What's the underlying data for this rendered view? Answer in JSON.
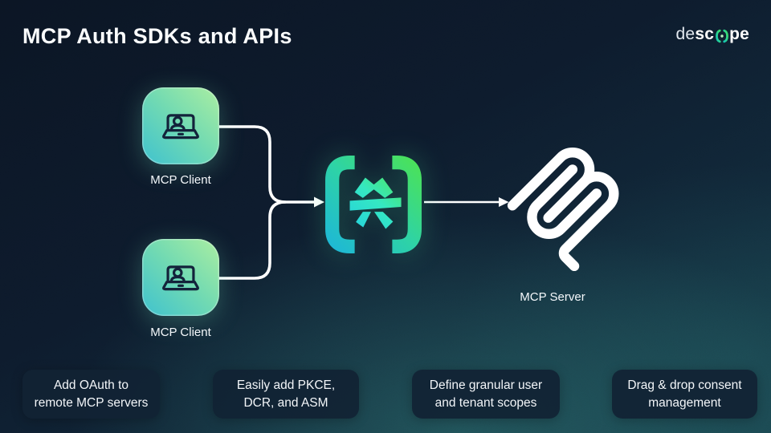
{
  "slide": {
    "title": "MCP Auth SDKs and APIs"
  },
  "brand": {
    "prefix": "de",
    "mid": "sc",
    "suffix": "pe"
  },
  "diagram": {
    "clients": [
      {
        "label": "MCP Client"
      },
      {
        "label": "MCP Client"
      }
    ],
    "server": {
      "label": "MCP Server"
    }
  },
  "features": [
    {
      "text": "Add OAuth to\nremote MCP servers"
    },
    {
      "text": "Easily add PKCE,\nDCR, and ASM"
    },
    {
      "text": "Define granular user\nand tenant scopes"
    },
    {
      "text": "Drag & drop consent\nmanagement"
    }
  ],
  "colors": {
    "background_top": "#0c1726",
    "background_glow_teal": "#2d7372",
    "card_background": "#112234",
    "accent_cyan": "#1cb4dc",
    "accent_green": "#4fe44e",
    "client_gradient_start": "#3fc2cf",
    "client_gradient_end": "#abeea1",
    "text": "#f5f8fa"
  }
}
